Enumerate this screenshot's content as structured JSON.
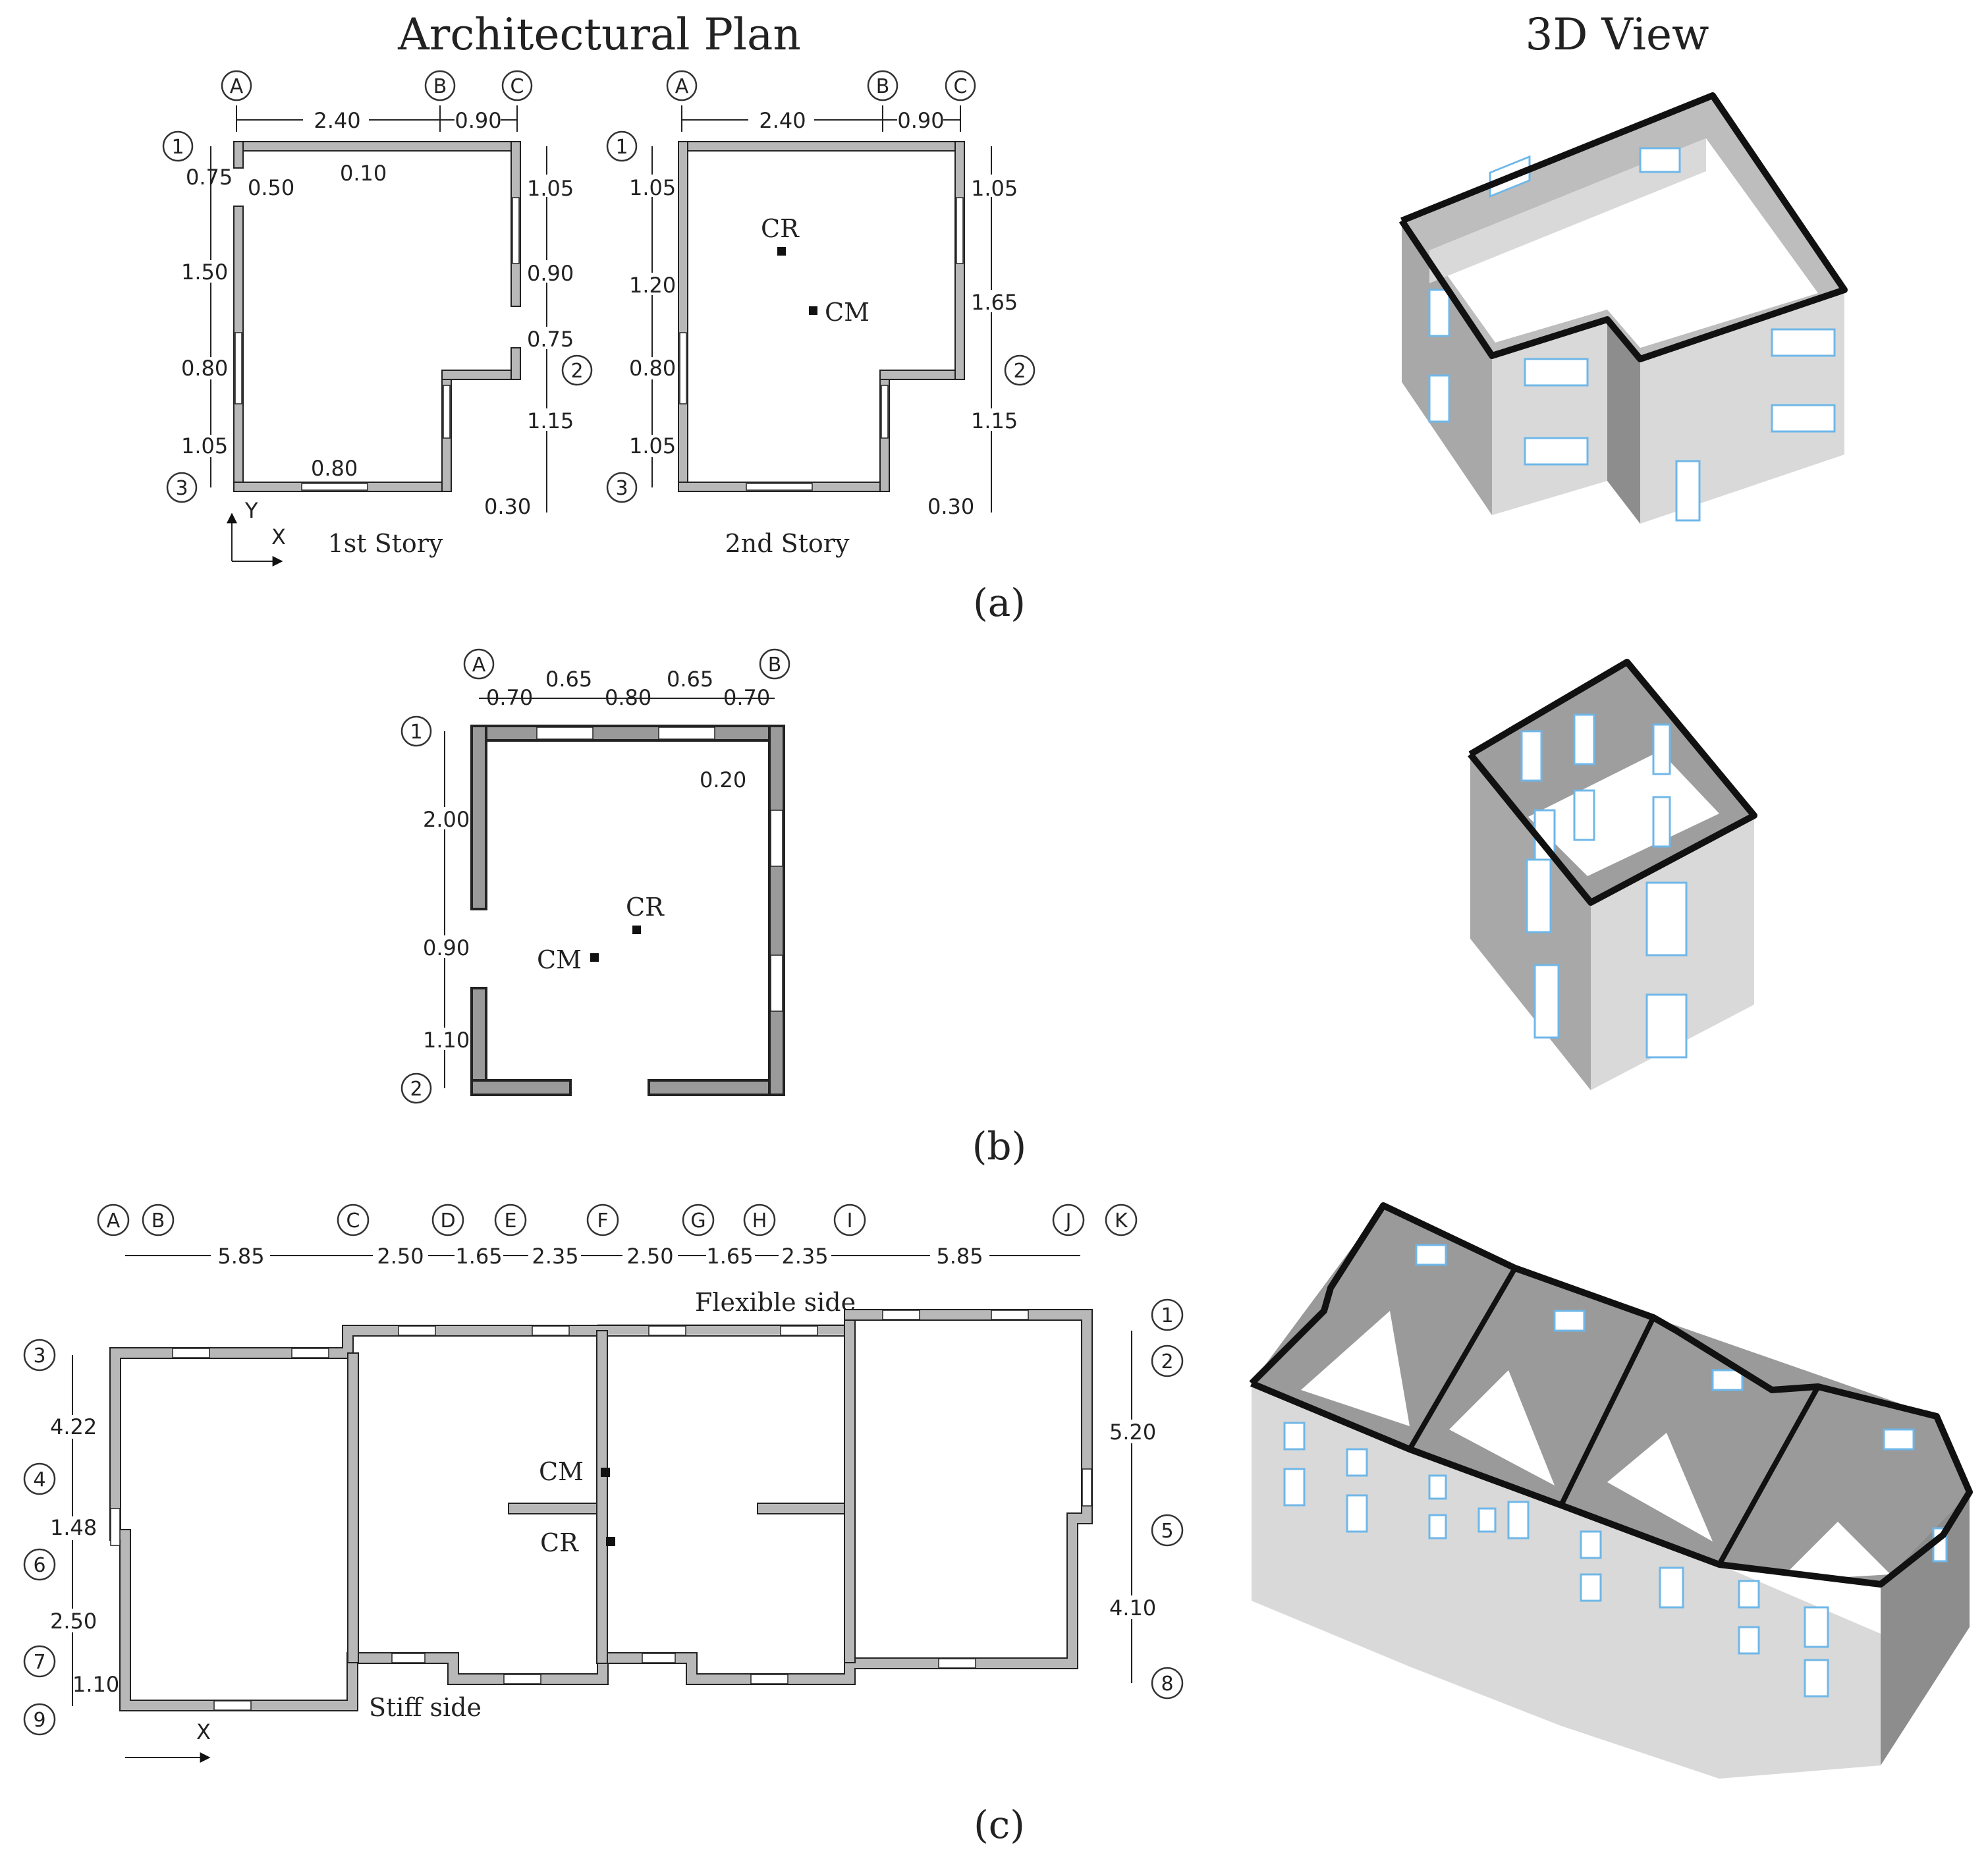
{
  "headers": {
    "plan": "Architectural Plan",
    "view3d": "3D View"
  },
  "captions": {
    "a": "(a)",
    "b": "(b)",
    "c": "(c)"
  },
  "panel_a": {
    "story1": "1st Story",
    "story2": "2nd Story",
    "axis_y": "Y",
    "axis_x": "X",
    "grid_letters": [
      "A",
      "B",
      "C"
    ],
    "grid_numbers": [
      "1",
      "2",
      "3"
    ],
    "s1_dims": [
      "2.40",
      "0.90",
      "0.75",
      "0.50",
      "0.10",
      "1.50",
      "0.80",
      "1.05",
      "0.80",
      "1.05",
      "0.90",
      "0.75",
      "1.15",
      "0.30"
    ],
    "s2_dims": [
      "2.40",
      "0.90",
      "1.05",
      "1.20",
      "0.80",
      "1.05",
      "1.05",
      "1.65",
      "1.15",
      "0.30"
    ],
    "cr": "CR",
    "cm": "CM"
  },
  "panel_b": {
    "grid_letters": [
      "A",
      "B"
    ],
    "grid_numbers": [
      "1",
      "2"
    ],
    "top_dims": [
      "0.70",
      "0.65",
      "0.80",
      "0.65",
      "0.70"
    ],
    "left_dims": [
      "2.00",
      "0.90",
      "1.10"
    ],
    "right_dim": "0.20",
    "cr": "CR",
    "cm": "CM"
  },
  "panel_c": {
    "grid_letters": [
      "A",
      "B",
      "C",
      "D",
      "E",
      "F",
      "G",
      "H",
      "I",
      "J",
      "K"
    ],
    "top_dims": [
      "5.85",
      "2.50",
      "1.65",
      "2.35",
      "2.50",
      "1.65",
      "2.35",
      "5.85"
    ],
    "left_numbers": [
      "3",
      "4",
      "6",
      "7",
      "9"
    ],
    "left_dims": [
      "4.22",
      "1.48",
      "2.50",
      "1.10"
    ],
    "right_numbers": [
      "1",
      "2",
      "5",
      "8"
    ],
    "right_dims": [
      "5.20",
      "4.10"
    ],
    "flexible": "Flexible side",
    "stiff": "Stiff side",
    "cm": "CM",
    "cr": "CR",
    "axis_x": "X"
  }
}
